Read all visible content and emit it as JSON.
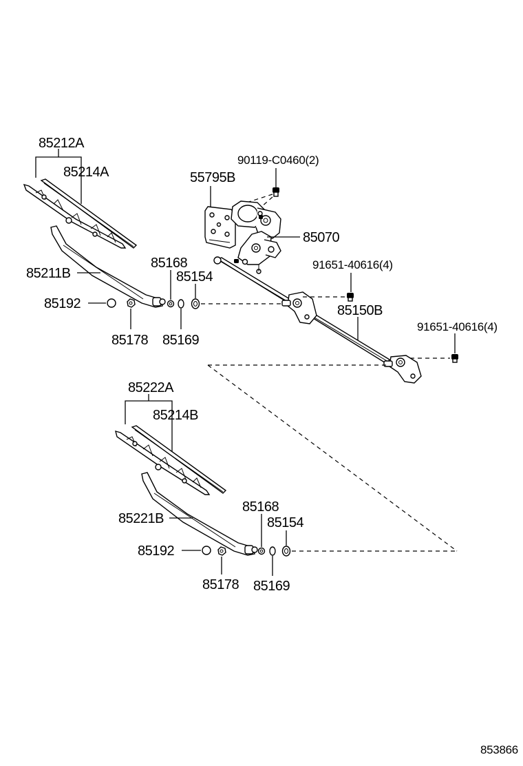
{
  "labels": {
    "p85212A": "85212A",
    "p85214A": "85214A",
    "p85211B": "85211B",
    "p85192_top": "85192",
    "p85178_top": "85178",
    "p85168_top": "85168",
    "p85154_top": "85154",
    "p85169_top": "85169",
    "p90119": "90119-C0460(2)",
    "p55795B": "55795B",
    "p85070": "85070",
    "p91651_a": "91651-40616(4)",
    "p85150B": "85150B",
    "p91651_b": "91651-40616(4)",
    "p85222A": "85222A",
    "p85214B": "85214B",
    "p85221B": "85221B",
    "p85192_bot": "85192",
    "p85178_bot": "85178",
    "p85168_bot": "85168",
    "p85154_bot": "85154",
    "p85169_bot": "85169"
  },
  "figure_id": "853866"
}
